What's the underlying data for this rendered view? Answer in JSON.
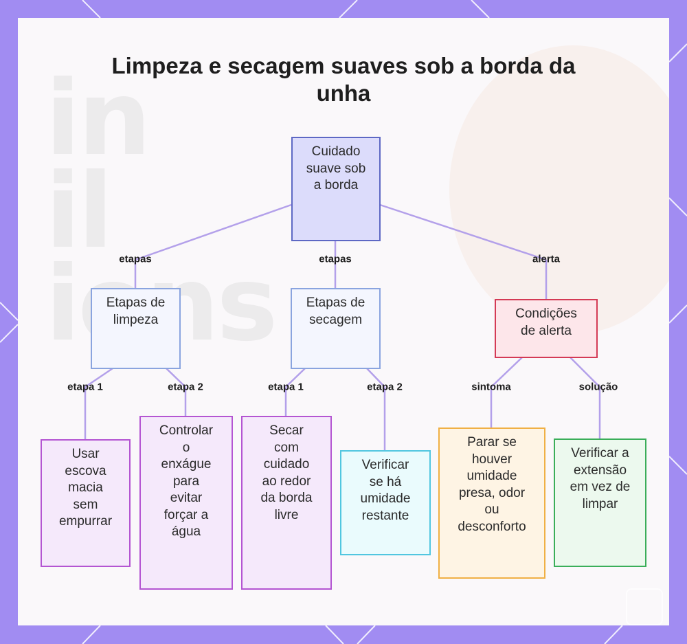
{
  "title": "Limpeza e secagem suaves sob a borda da unha",
  "colors": {
    "frame": "#a18cf2",
    "connector": "#b3a0ea",
    "root_border": "#5d68c4",
    "alert_border": "#d43a55"
  },
  "nodes": {
    "root": [
      "Cuidado",
      "suave sob",
      "a borda"
    ],
    "cleaning": [
      "Etapas de",
      "limpeza"
    ],
    "drying": [
      "Etapas de",
      "secagem"
    ],
    "alert": [
      "Condições",
      "de alerta"
    ],
    "brush": [
      "Usar",
      "escova",
      "macia",
      "sem",
      "empurrar"
    ],
    "rinse": [
      "Controlar",
      "o",
      "enxágue",
      "para",
      "evitar",
      "forçar a",
      "água"
    ],
    "dry": [
      "Secar",
      "com",
      "cuidado",
      "ao redor",
      "da borda",
      "livre"
    ],
    "check": [
      "Verificar",
      "se há",
      "umidade",
      "restante"
    ],
    "stop": [
      "Parar se",
      "houver",
      "umidade",
      "presa, odor",
      "ou",
      "desconforto"
    ],
    "extent": [
      "Verificar a",
      "extensão",
      "em vez de",
      "limpar"
    ]
  },
  "edges": {
    "root_cleaning": "etapas",
    "root_drying": "etapas",
    "root_alert": "alerta",
    "cleaning_brush": "etapa 1",
    "cleaning_rinse": "etapa 2",
    "drying_dry": "etapa 1",
    "drying_check": "etapa 2",
    "alert_stop": "sintoma",
    "alert_extent": "solução"
  }
}
